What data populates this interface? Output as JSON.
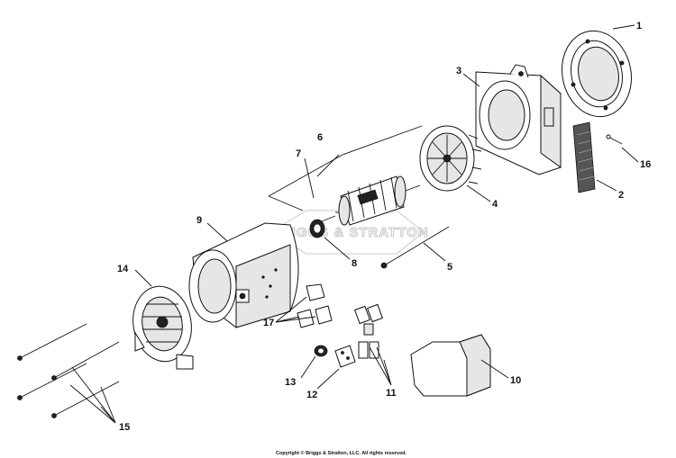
{
  "watermark": "BRIGGS & STRATTON",
  "copyright": "Copyright © Briggs & Stratton, LLC. All rights reserved.",
  "callouts": {
    "c1": "1",
    "c2": "2",
    "c3": "3",
    "c4": "4",
    "c5": "5",
    "c6": "6",
    "c7": "7",
    "c8": "8",
    "c9": "9",
    "c10": "10",
    "c11": "11",
    "c12": "12",
    "c13": "13",
    "c14": "14",
    "c15": "15",
    "c16": "16",
    "c17": "17"
  }
}
